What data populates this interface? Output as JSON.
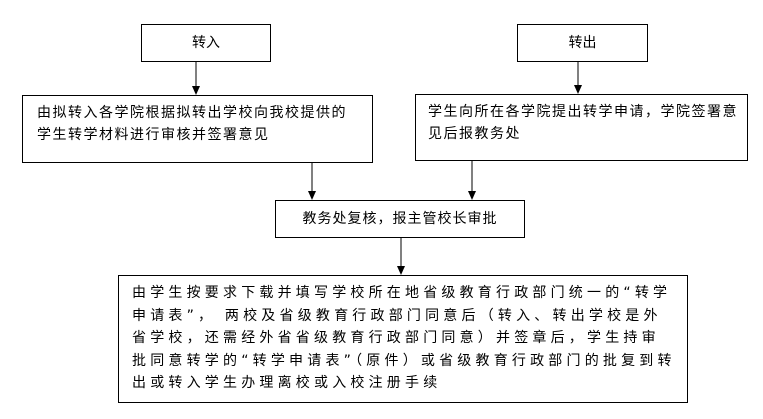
{
  "flowchart": {
    "transfer_in": "转入",
    "transfer_out": "转出",
    "in_review": "由拟转入各学院根据拟转出学校向我校提供的学生转学材料进行审核并签署意见",
    "out_apply": "学生向所在各学院提出转学申请，学院签署意见后报教务处",
    "academic_review": "教务处复核，报主管校长审批",
    "final_step": "由学生按要求下载并填写学校所在地省级教育行政部门统一的“转学申请表”， 两校及省级教育行政部门同意后（转入、转出学校是外省学校，还需经外省省级教育行政部门同意）并签章后，学生持审批同意转学的“转学申请表”（原件）或省级教育行政部门的批复到转出或转入学生办理离校或入校注册手续"
  }
}
